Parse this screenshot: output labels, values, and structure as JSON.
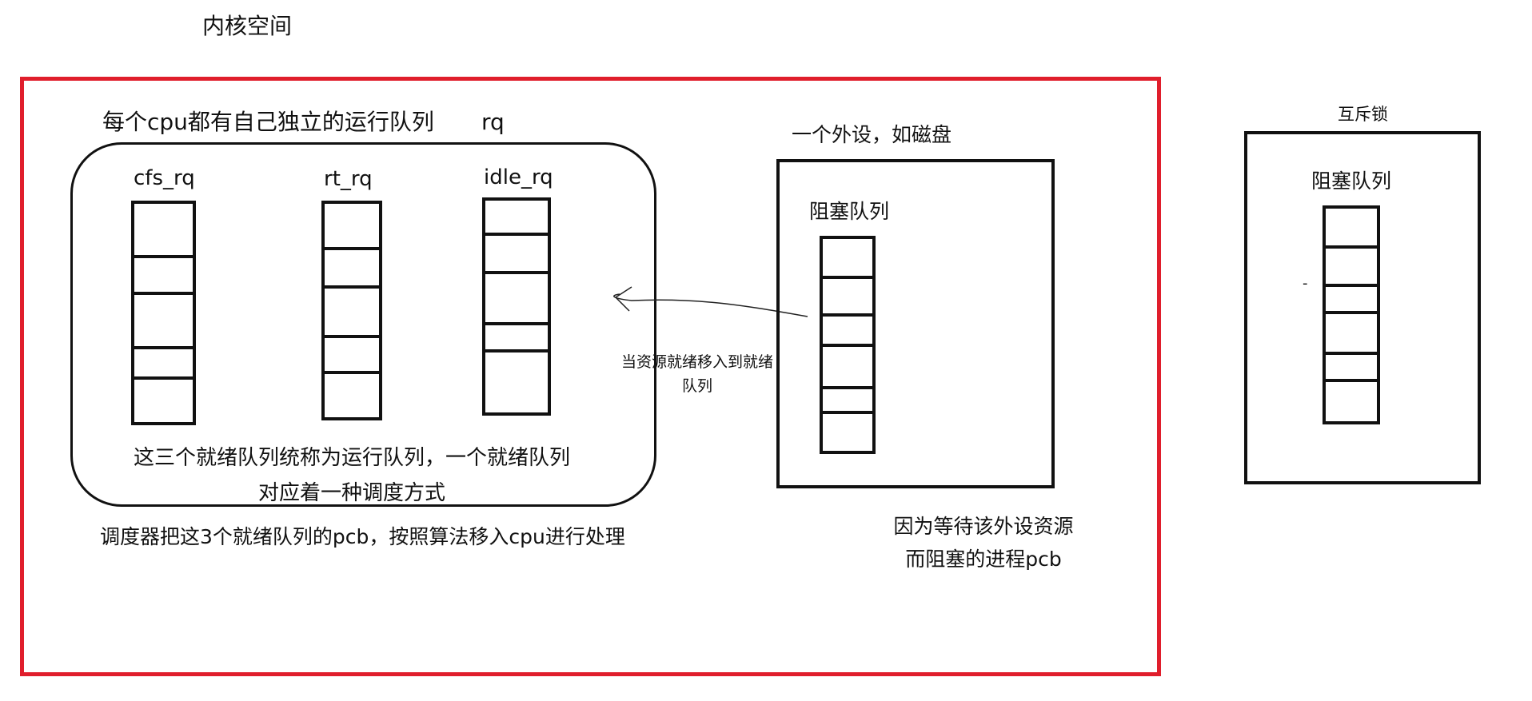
{
  "kernel": {
    "title": "内核空间",
    "border_color": "#e01e2c"
  },
  "runqueue": {
    "heading": "每个cpu都有自己独立的运行队列",
    "name": "rq",
    "queues": [
      {
        "label": "cfs_rq",
        "dividers": [
          0.24,
          0.41,
          0.66,
          0.8
        ]
      },
      {
        "label": "rt_rq",
        "dividers": [
          0.21,
          0.39,
          0.62,
          0.79
        ]
      },
      {
        "label": "idle_rq",
        "dividers": [
          0.16,
          0.34,
          0.58,
          0.71
        ]
      }
    ],
    "note_line1": "这三个就绪队列统称为运行队列，一个就绪队列",
    "note_line2": "对应着一种调度方式",
    "scheduler_note": "调度器把这3个就绪队列的pcb，按照算法移入cpu进行处理"
  },
  "device": {
    "heading": "一个外设，如磁盘",
    "queue_label": "阻塞队列",
    "dividers": [
      0.18,
      0.36,
      0.5,
      0.7,
      0.82
    ],
    "caption_line1": "因为等待该外设资源",
    "caption_line2": "而阻塞的进程pcb"
  },
  "arrow_note": {
    "line1": "当资源就绪移入到就绪",
    "line2": "队列"
  },
  "mutex": {
    "heading": "互斥锁",
    "queue_label": "阻塞队列",
    "dividers": [
      0.18,
      0.36,
      0.49,
      0.68,
      0.81
    ],
    "mark": "-"
  }
}
